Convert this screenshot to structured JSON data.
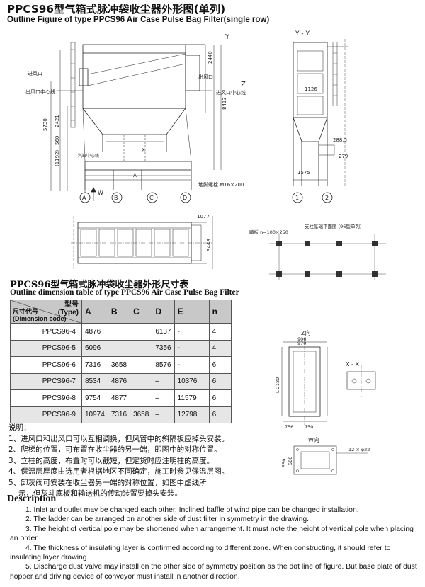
{
  "title_cn": "PPCS96型气箱式脉冲袋收尘器外形图(单列)",
  "title_en": "Outline Figure of type PPCS96 Air Case Pulse Bag Filter(single row)",
  "drawing_labels": {
    "inlet": "进风口",
    "outlet_center": "出风口中心线",
    "inlet_center": "进风口中心线",
    "outlet": "出风口",
    "cylinder_center": "汽缸中心线",
    "anchor_bolt": "地脚螺栓 M16×200",
    "dim_5730": "5730",
    "dim_2421": "2421",
    "dim_560": "560",
    "dim_1192": "(1192)",
    "dim_2440": "2440",
    "dim_8413": "8413",
    "dim_1126": "1126",
    "dim_288": "288.5",
    "dim_279": "279",
    "dim_1575": "1575",
    "dim_1077": "1077",
    "dim_3448": "3448",
    "view_z": "Z",
    "view_y": "Y",
    "view_yy": "Y - Y",
    "view_w": "W",
    "col_a": "A",
    "col_b": "B",
    "col_c": "C",
    "col_d": "D",
    "col_1": "1",
    "col_2": "2",
    "label_a": "A",
    "label_x": "X",
    "foundation_plan": "支柱基础平面图 (96型单列)",
    "ladder_flat": "踏板 n=100×250",
    "zview": "Z向",
    "xx": "X - X",
    "wview": "W向",
    "d_906": "906",
    "d_970": "970",
    "d_2180": "L 2180",
    "d_756": "756",
    "d_750": "750",
    "d_12x22": "12 × φ22",
    "d_550": "550",
    "d_500": "500"
  },
  "table": {
    "title_cn": "PPCS96型气箱式脉冲袋收尘器外形尺寸表",
    "title_en": "Outline dimension table of type PPCS96 Air Case Pulse Bag Filter",
    "corner_top_cn": "型号",
    "corner_top_en": "(Type)",
    "corner_bottom_cn": "尺寸代号",
    "corner_bottom_en": "(Dimension code)",
    "headers": [
      "A",
      "B",
      "C",
      "D",
      "E",
      "n"
    ],
    "rows": [
      {
        "code": "PPCS96-4",
        "A": "4876",
        "B": "",
        "C": "",
        "D": "6137",
        "E": "-",
        "n": "4"
      },
      {
        "code": "PPCS96-5",
        "A": "6096",
        "B": "",
        "C": "",
        "D": "7356",
        "E": "-",
        "n": "4"
      },
      {
        "code": "PPCS96-6",
        "A": "7316",
        "B": "3658",
        "C": "",
        "D": "8576",
        "E": "-",
        "n": "6"
      },
      {
        "code": "PPCS96-7",
        "A": "8534",
        "B": "4876",
        "C": "",
        "D": "–",
        "E": "10376",
        "n": "6"
      },
      {
        "code": "PPCS96-8",
        "A": "9754",
        "B": "4877",
        "C": "",
        "D": "–",
        "E": "11579",
        "n": "6"
      },
      {
        "code": "PPCS96-9",
        "A": "10974",
        "B": "7316",
        "C": "3658",
        "D": "–",
        "E": "12798",
        "n": "6"
      }
    ]
  },
  "notes_cn": {
    "title": "说明：",
    "lines": [
      "1、进风口和出风口可以互相调换，但风管中的斜隔板应掉头安装。",
      "2、爬梯的位置，可布置在收尘器的另一端，即图中的对称位置。",
      "3、立柱的高度，布置时可以截短，但定货时应注明柱的高度。",
      "4、保温层厚度由选用者根据地区不同确定，施工时参见保温层图。",
      "5、卸灰阀可安装在收尘器另一端的对称位置，如图中虚线所",
      "   示，但灰斗底板和输送机的传动装置要掉头安装。"
    ]
  },
  "description": {
    "title": "Description",
    "items": [
      "1. Inlet and outlet may be changed each other. Inclined baffle of wind pipe can be changed installation.",
      "2. The ladder can be arranged on another side of dust filter in symmetry in the drawing..",
      "3. The height of vertical pole may be shortened when arrangement. It must note the height of vertical pole when placing an order.",
      "4. The thickness of insulating layer is confirmed according to different zone. When constructing, it should refer to insulating layer drawing.",
      "5. Discharge dust valve may install on the other side of symmetry position as the dot line of figure. But base plate of dust hopper and driving device of conveyor must install in another direction."
    ]
  }
}
